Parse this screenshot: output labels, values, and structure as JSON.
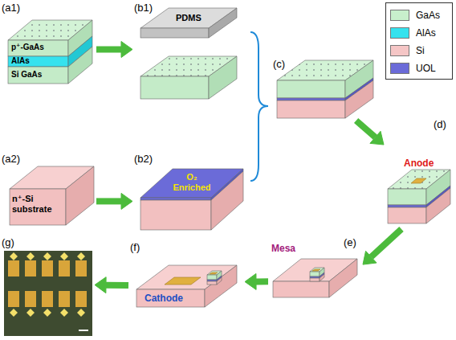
{
  "diagram": {
    "nodes": [
      {
        "text": [
          "(a1)",
          "p⁺-GaAs",
          "AlAs",
          "Si GaAs"
        ]
      },
      {
        "text": [
          "(b1)",
          "PDMS"
        ]
      },
      {
        "text": [
          "(c)"
        ]
      },
      {
        "text": [
          "(a2)",
          "n⁺-Si substrate"
        ]
      },
      {
        "text": [
          "(b2)",
          "O₂ Enriched"
        ]
      },
      {
        "text": [
          "(d)",
          "Anode"
        ]
      },
      {
        "text": [
          "(e)",
          "Mesa"
        ]
      },
      {
        "text": [
          "(f)",
          "Cathode"
        ]
      },
      {
        "text": [
          "(g)"
        ]
      }
    ],
    "edges": [
      {
        "from": 0,
        "to": 1,
        "arrow": "to"
      },
      {
        "from": 3,
        "to": 4,
        "arrow": "to"
      },
      {
        "from": 2,
        "to": 5,
        "arrow": "to"
      },
      {
        "from": 5,
        "to": 6,
        "arrow": "to"
      },
      {
        "from": 6,
        "to": 7,
        "arrow": "to"
      },
      {
        "from": 7,
        "to": 8,
        "arrow": "to"
      }
    ],
    "legend": [
      {
        "text": "GaAs",
        "color": "#c8efcc"
      },
      {
        "text": "AlAs",
        "color": "#36e2ee"
      },
      {
        "text": "Si",
        "color": "#f5c6c6"
      },
      {
        "text": "UOL",
        "color": "#6b6bd8"
      }
    ]
  }
}
